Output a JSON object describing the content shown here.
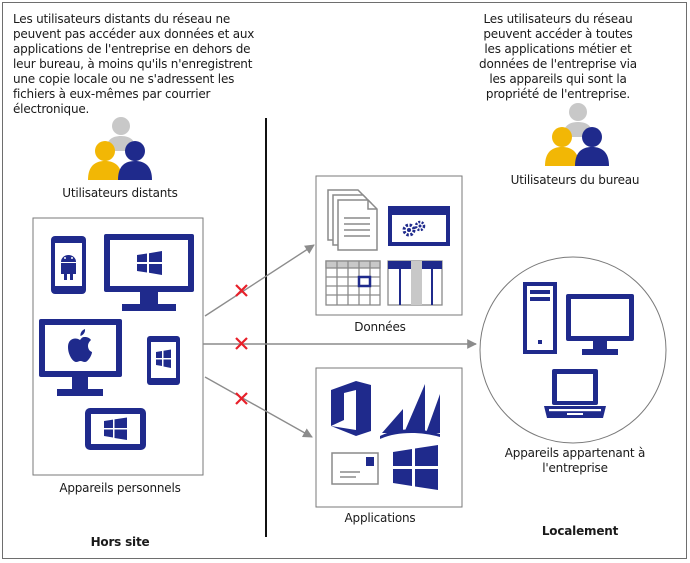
{
  "remote": {
    "description": "Les utilisateurs distants du réseau ne peuvent pas accéder aux données et aux applications de l'entreprise en dehors de leur bureau, à moins qu'ils n'enregistrent une copie locale ou ne s'adressent les fichiers à eux-mêmes par courrier électronique.",
    "users_label": "Utilisateurs distants",
    "devices_label": "Appareils personnels",
    "zone_label": "Hors site"
  },
  "office": {
    "description": "Les utilisateurs du réseau peuvent accéder à toutes les applications métier et données de l'entreprise via les appareils qui sont la propriété de l'entreprise.",
    "users_label": "Utilisateurs du bureau",
    "devices_label": "Appareils appartenant à l'entreprise",
    "zone_label": "Localement"
  },
  "data_label": "Données",
  "apps_label": "Applications",
  "colors": {
    "navy": "#1f2a8c",
    "gold": "#f2b705",
    "gray": "#c8c8c8",
    "blocked": "#e8202a",
    "arrow": "#8c8c8c"
  },
  "icons": [
    "person-group-icon",
    "android-phone-icon",
    "windows-monitor-icon",
    "apple-monitor-icon",
    "windows-phone-icon",
    "windows-tablet-icon",
    "documents-icon",
    "settings-window-icon",
    "calendar-icon",
    "table-icon",
    "office-icon",
    "dynamics-icon",
    "mail-icon",
    "windows-logo-icon",
    "desktop-tower-icon",
    "laptop-icon",
    "blocked-x-icon"
  ]
}
